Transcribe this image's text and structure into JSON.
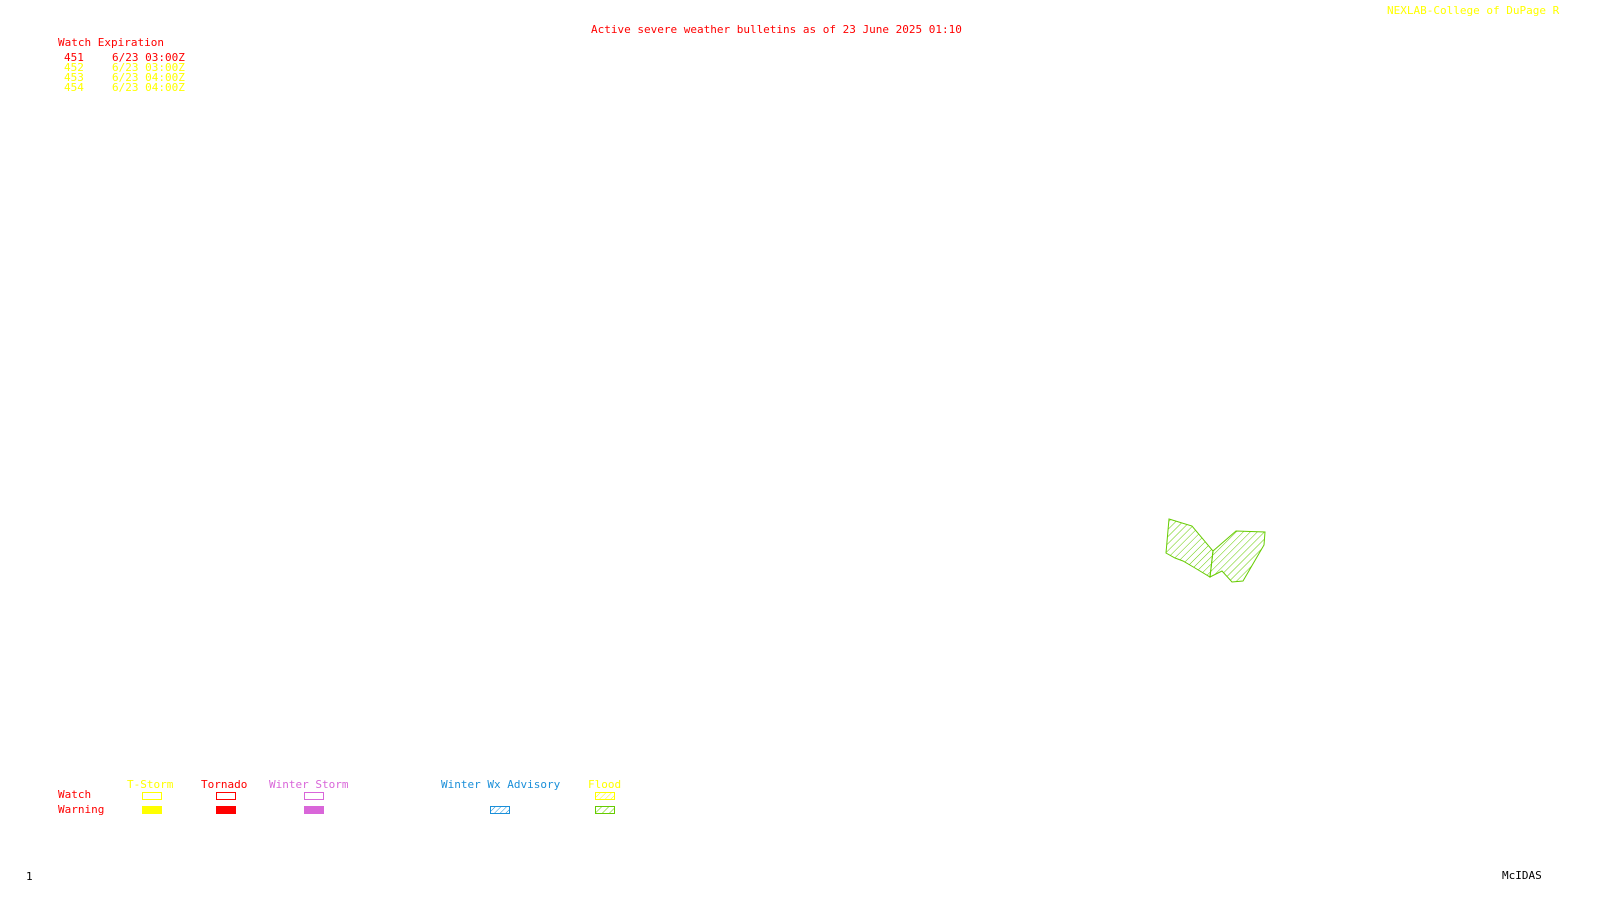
{
  "credit": "NEXLAB-College of DuPage R",
  "title": "Active severe weather bulletins as of 23 June 2025 01:10",
  "watch_table": {
    "header": "Watch Expiration",
    "rows": [
      {
        "id": "451",
        "expires": "6/23 03:00Z",
        "color": "#ff0000"
      },
      {
        "id": "452",
        "expires": "6/23 03:00Z",
        "color": "#ffff00"
      },
      {
        "id": "453",
        "expires": "6/23 04:00Z",
        "color": "#ffff00"
      },
      {
        "id": "454",
        "expires": "6/23 04:00Z",
        "color": "#ffff00"
      }
    ]
  },
  "legend": {
    "row_labels": {
      "watch": "Watch",
      "warning": "Warning"
    },
    "categories": [
      {
        "label": "T-Storm",
        "color": "#ffff00",
        "watch": "outline",
        "warning": "solid"
      },
      {
        "label": "Tornado",
        "color": "#ff0000",
        "watch": "outline",
        "warning": "solid"
      },
      {
        "label": "Winter Storm",
        "color": "#d966d9",
        "watch": "outline",
        "warning": "solid"
      },
      {
        "label": "Winter Wx Advisory",
        "color": "#1a8fd9",
        "warning": "hatched"
      },
      {
        "label": "Flood",
        "color": "#ffff00",
        "watch": "hatched",
        "warning": "hatched"
      }
    ],
    "flood_warning_color": "#66cc00"
  },
  "map": {
    "features": [
      {
        "type": "flood-warning",
        "style": "hatched",
        "color": "#66cc00"
      }
    ]
  },
  "footer": {
    "frame_number": "1",
    "software": "McIDAS"
  }
}
